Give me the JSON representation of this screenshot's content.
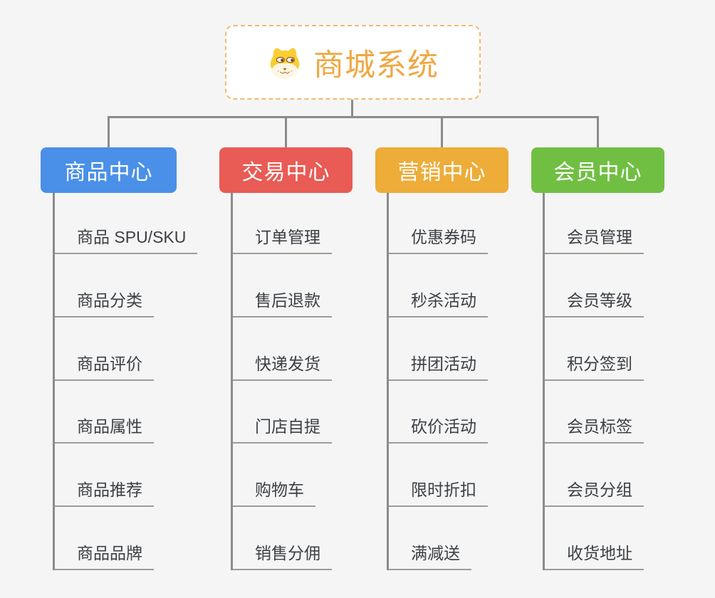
{
  "background_color": "#f5f5f5",
  "connector_color": "#8b8b8b",
  "root": {
    "title": "商城系统",
    "icon": "shiba-dog-icon",
    "text_color": "#efa843",
    "border_color": "#f3b96d"
  },
  "branches": [
    {
      "label": "商品中心",
      "color": "#4a90e8",
      "items": [
        "商品 SPU/SKU",
        "商品分类",
        "商品评价",
        "商品属性",
        "商品推荐",
        "商品品牌"
      ]
    },
    {
      "label": "交易中心",
      "color": "#e95b55",
      "items": [
        "订单管理",
        "售后退款",
        "快递发货",
        "门店自提",
        "购物车",
        "销售分佣"
      ]
    },
    {
      "label": "营销中心",
      "color": "#eeac38",
      "items": [
        "优惠券码",
        "秒杀活动",
        "拼团活动",
        "砍价活动",
        "限时折扣",
        "满减送"
      ]
    },
    {
      "label": "会员中心",
      "color": "#70bf43",
      "items": [
        "会员管理",
        "会员等级",
        "积分签到",
        "会员标签",
        "会员分组",
        "收货地址"
      ]
    }
  ]
}
